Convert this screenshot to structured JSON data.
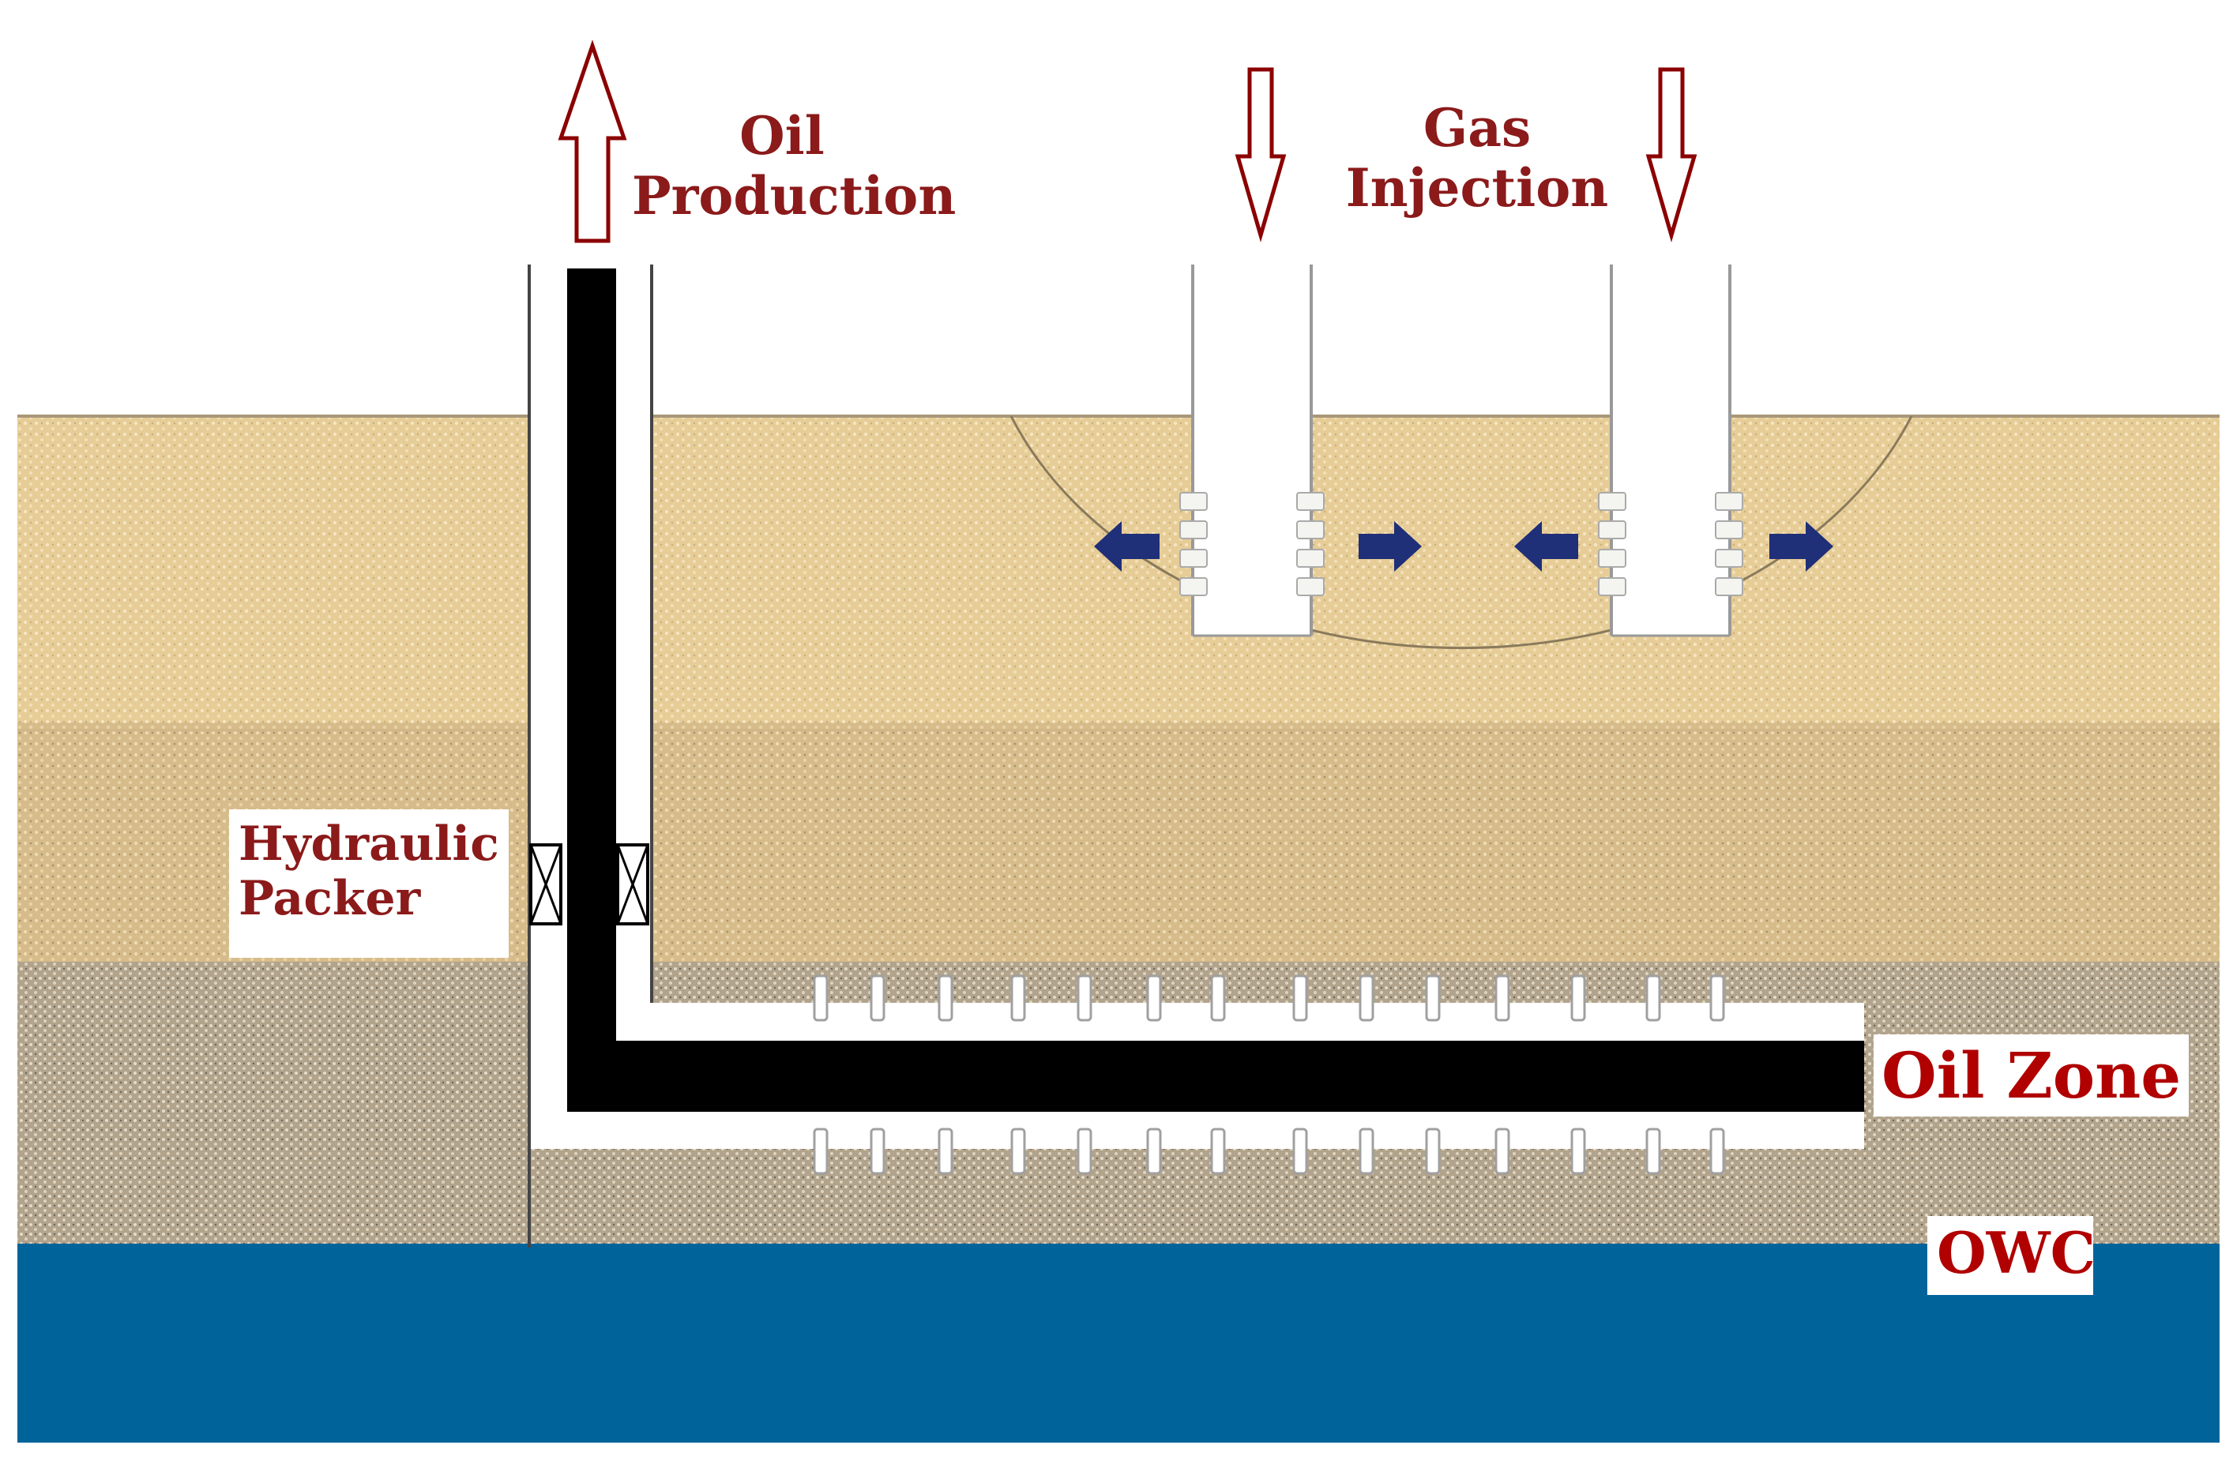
{
  "labels": {
    "oil_production": [
      "Oil",
      "Production"
    ],
    "gas_injection": [
      "Gas",
      "Injection"
    ],
    "hydraulic_packer": [
      "Hydraulic",
      "Packer"
    ],
    "oil_zone": "Oil Zone",
    "owc": "OWC"
  },
  "colors": {
    "label_red": "#8b1a1a",
    "arrow_outline": "#8b0000",
    "sand_light": "#e8cf98",
    "sand_mid": "#d9c08f",
    "oil_zone_grey": "#b3a58e",
    "water": "#00649b",
    "tubing": "#000000",
    "flow_arrow": "#1f2f78"
  },
  "icons": {
    "up_arrow": "up-arrow-outline-icon",
    "down_arrow": "down-arrow-outline-icon",
    "packer": "packer-cross-icon",
    "flow_arrow": "flow-arrow-icon"
  }
}
